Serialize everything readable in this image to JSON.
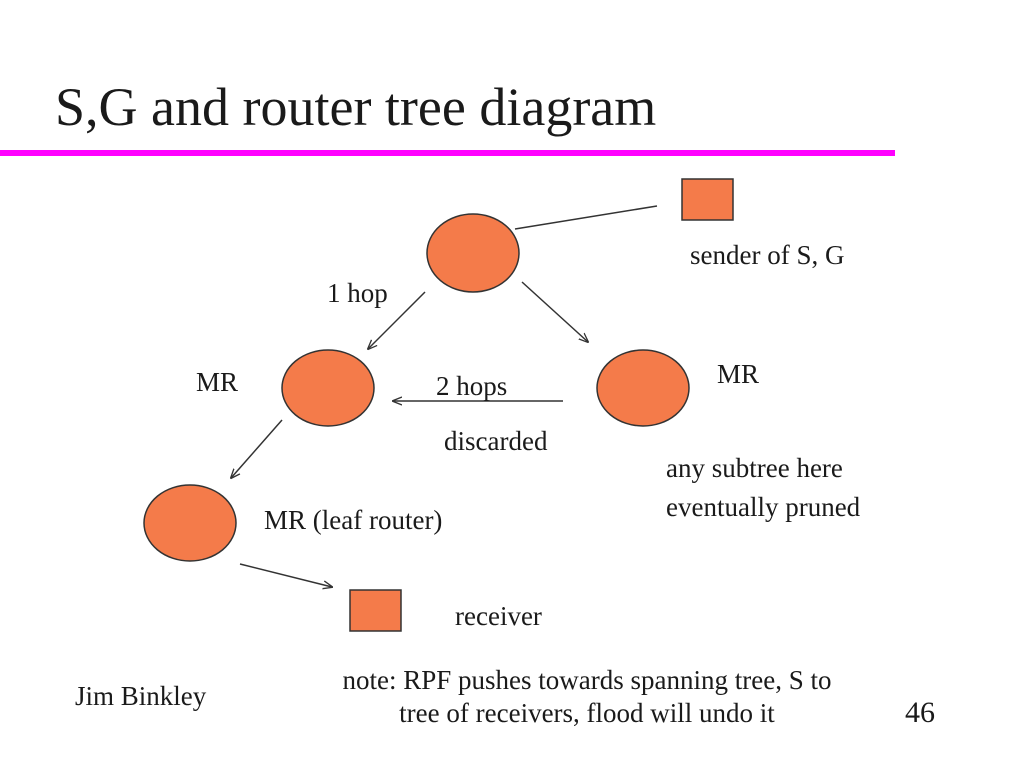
{
  "slide": {
    "title": "S,G and router tree diagram",
    "accent_color": "#ff00ff",
    "node_fill": "#f47b4a",
    "node_stroke": "#333333"
  },
  "labels": {
    "sender": "sender of S, G",
    "one_hop": "1 hop",
    "mr_left": "MR",
    "mr_right": "MR",
    "two_hops": "2 hops",
    "discarded": "discarded",
    "subtree_line1": "any subtree here",
    "subtree_line2": "eventually pruned",
    "leaf": "MR (leaf router)",
    "receiver": "receiver"
  },
  "footer": {
    "note_line1": "note:  RPF pushes towards spanning tree, S to",
    "note_line2": "tree of receivers,  flood will undo it",
    "author": "Jim Binkley",
    "page_number": "46"
  }
}
